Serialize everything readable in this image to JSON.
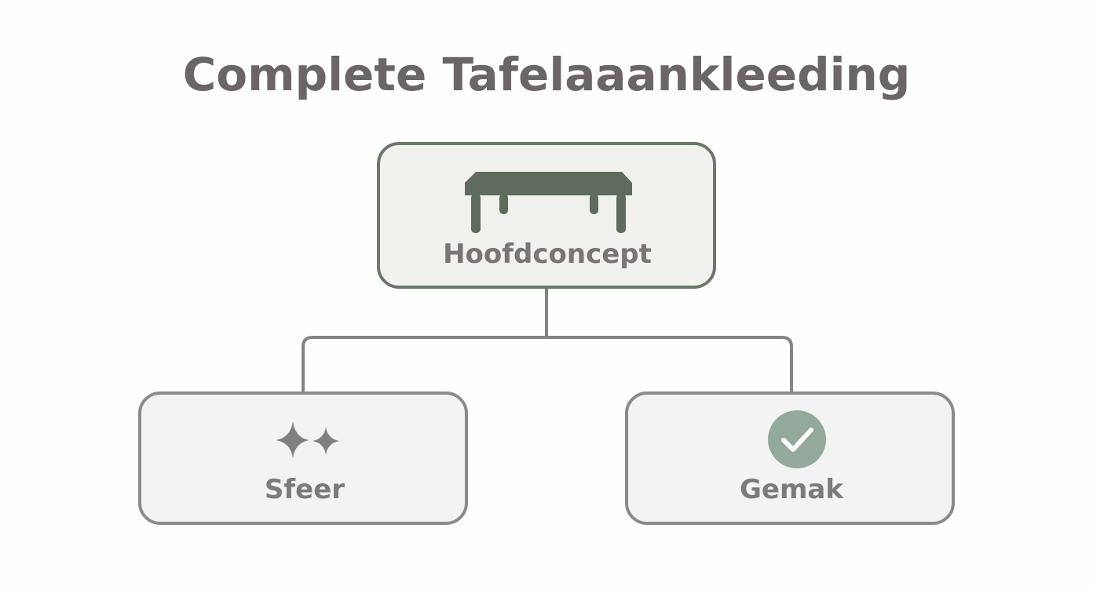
{
  "title": "Complete Tafelaaankleeding",
  "root": {
    "label": "Hoofdconcept",
    "icon": "table-icon"
  },
  "children": [
    {
      "label": "Sfeer",
      "icon": "sparkles-icon"
    },
    {
      "label": "Gemak",
      "icon": "checkmark-circle-icon"
    }
  ],
  "colors": {
    "title_text": "#6b6565",
    "root_fill": "#f1f1ee",
    "root_border": "#6b7768",
    "root_icon": "#5f6b5c",
    "root_text": "#7a7474",
    "child_fill": "#f3f3f4",
    "child_border": "#8c8b8c",
    "child_text": "#7d7a7b",
    "sparkle": "#827f80",
    "check_circle": "#92a99b",
    "connector": "#858383"
  }
}
